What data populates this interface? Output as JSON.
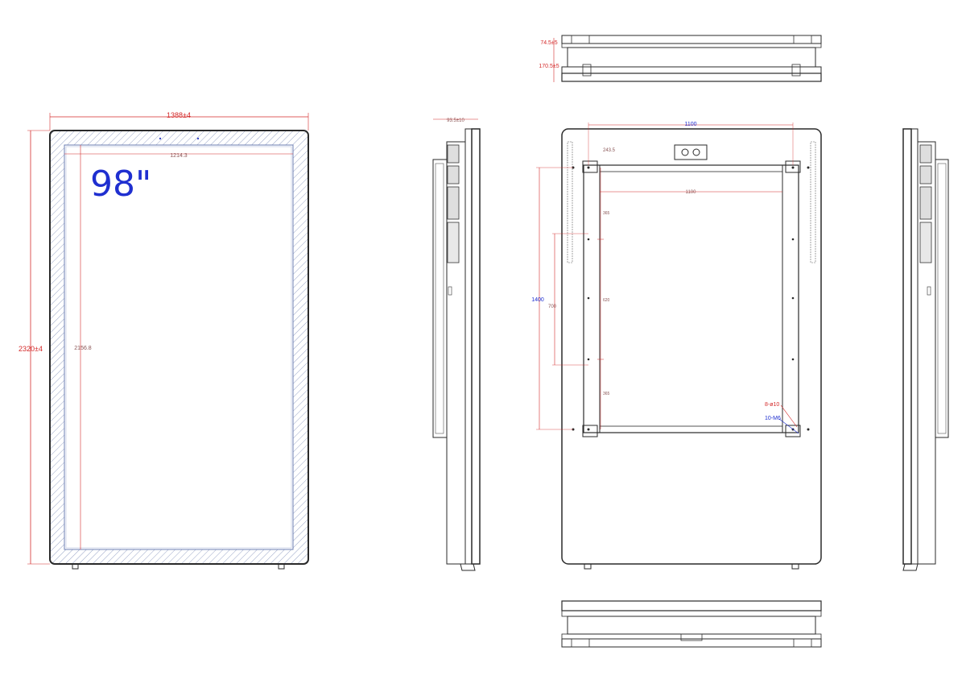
{
  "front_view": {
    "size_label": "98\"",
    "width_label": "1388±4",
    "height_label": "2320±4",
    "inner_width_label": "1214.3",
    "inner_height_label": "2156.8"
  },
  "side_view": {
    "depth_label": "93.5±10"
  },
  "top_view": {
    "dim_top_label": "74.5±5",
    "dim_bottom_label": "170.5±5"
  },
  "rear_view": {
    "width_label": "1100",
    "height_label": "1400",
    "top_offset_label": "243.5",
    "inner_width_label": "1100",
    "inner_height_label": "700",
    "hole_count_label": "8-ø10",
    "screw_count_label": "10-M6",
    "seg1_label": "365",
    "seg2_label": "620",
    "seg3_label": "365"
  },
  "colors": {
    "outline": "#2a2a2a",
    "dimension_red": "#d42a2a",
    "dimension_blue": "#1f2fd0",
    "hatch": "#9aa6c8"
  }
}
